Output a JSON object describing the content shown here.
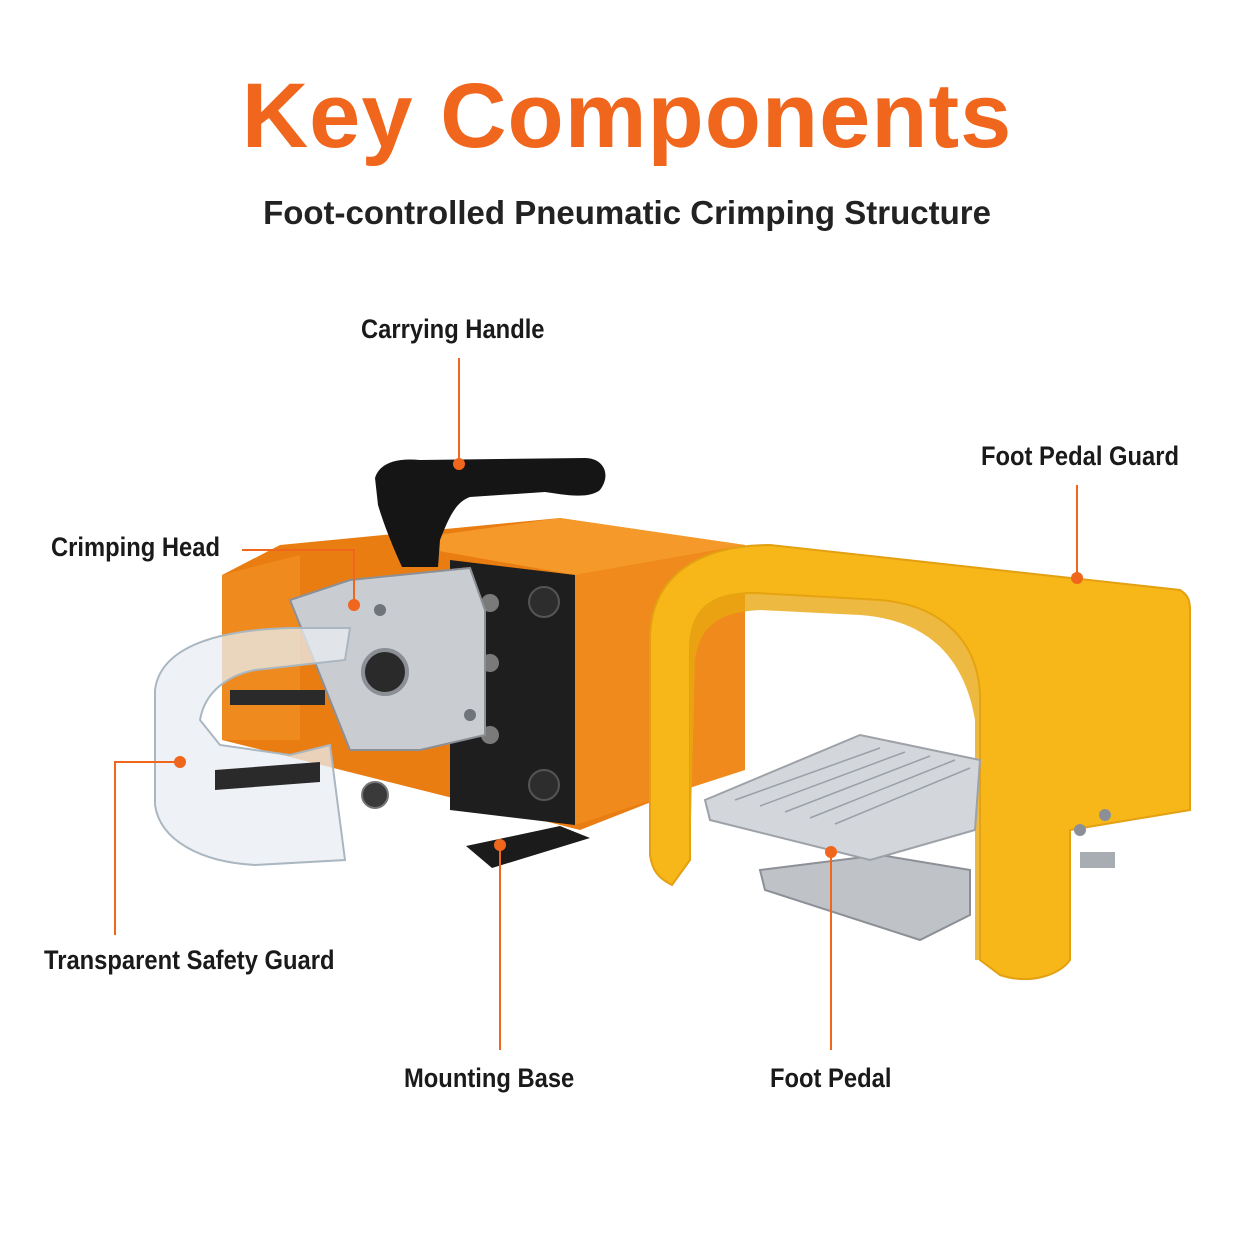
{
  "header": {
    "title": "Key Components",
    "subtitle": "Foot-controlled Pneumatic Crimping Structure"
  },
  "callouts": {
    "carrying_handle": "Carrying Handle",
    "crimping_head": "Crimping Head",
    "transparent_safety_guard": "Transparent Safety Guard",
    "mounting_base": "Mounting Base",
    "foot_pedal_guard": "Foot Pedal Guard",
    "foot_pedal": "Foot Pedal"
  },
  "colors": {
    "accent": "#f0661c",
    "machine_body": "#f08a1c",
    "pedal_guard": "#f7b718",
    "text": "#1a1a1a"
  }
}
